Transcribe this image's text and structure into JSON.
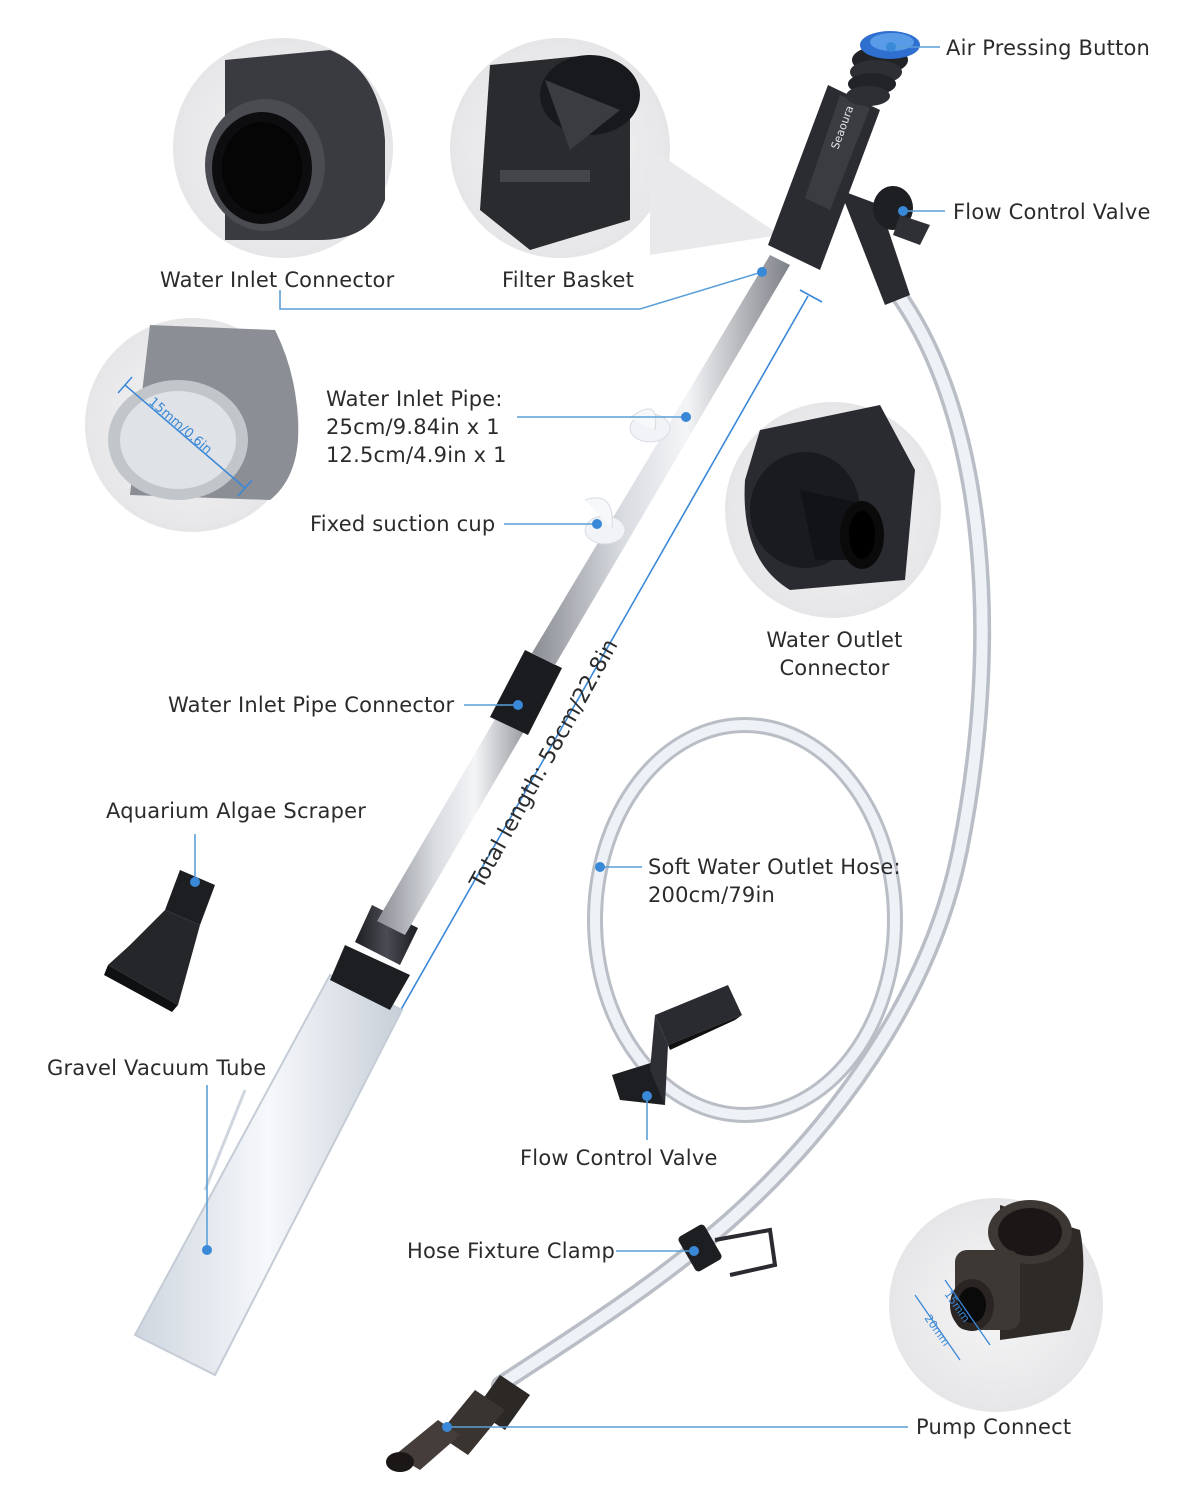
{
  "colors": {
    "accent": "#3a88d8",
    "leader_line": "#5a9fd8",
    "body_dark": "#2a2b30",
    "detail_circle": "#ececee",
    "tube_clear": "#e9eef4"
  },
  "brand": "Seaoura",
  "labels": {
    "air_pressing_button": "Air Pressing Button",
    "flow_control_valve_top": "Flow Control Valve",
    "water_inlet_connector": "Water Inlet Connector",
    "filter_basket": "Filter Basket",
    "water_inlet_pipe": [
      "Water Inlet Pipe:",
      "25cm/9.84in x 1",
      "12.5cm/4.9in x 1"
    ],
    "fixed_suction_cup": "Fixed suction cup",
    "water_outlet_connector": [
      "Water Outlet",
      "Connector"
    ],
    "water_inlet_pipe_connector": "Water Inlet Pipe Connector",
    "aquarium_algae_scraper": "Aquarium Algae Scraper",
    "soft_water_outlet_hose": [
      "Soft Water Outlet Hose:",
      "200cm/79in"
    ],
    "gravel_vacuum_tube": "Gravel Vacuum Tube",
    "flow_control_valve_bottom": "Flow Control Valve",
    "hose_fixture_clamp": "Hose Fixture Clamp",
    "pump_connect": "Pump Connect"
  },
  "dimensions": {
    "total_length": "Total length: 58cm/22.8in",
    "pipe_diameter": "15mm/0.6in",
    "pump_inner": "15mm",
    "pump_outer": "20mm"
  },
  "icons": {
    "callout_dot": "blue-dot-icon"
  }
}
